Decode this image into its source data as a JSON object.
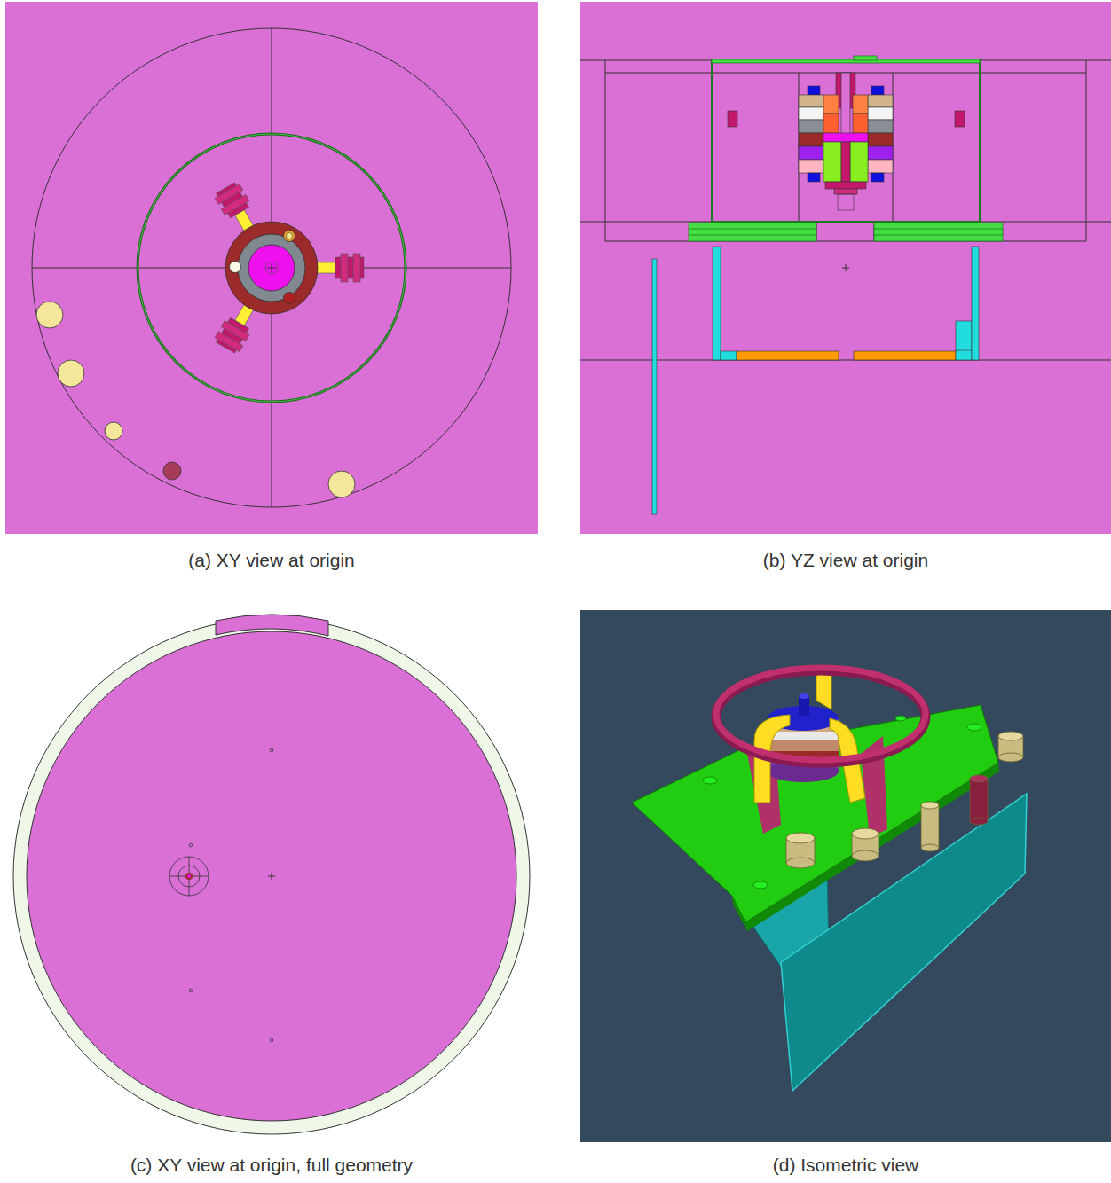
{
  "diagram": {
    "labels": [
      "(a) XY view at origin",
      "(b) YZ view at origin",
      "(c) XY view at origin, full geometry",
      "(d) Isometric view"
    ]
  }
}
